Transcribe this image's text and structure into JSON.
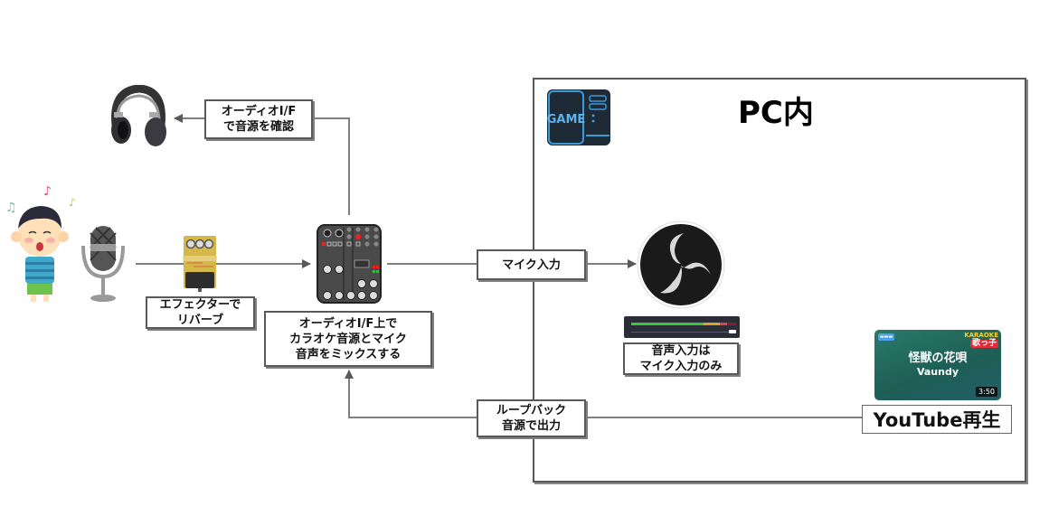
{
  "diagram": {
    "pc_title": "PC内",
    "labels": {
      "headphone_monitor": [
        "オーディオI/F",
        "で音源を確認"
      ],
      "effector": [
        "エフェクターで",
        "リバーブ"
      ],
      "mixer_mix": [
        "オーディオI/F上で",
        "カラオケ音源とマイク",
        "音声をミックスする"
      ],
      "mic_input": [
        "マイク入力"
      ],
      "obs_audio": [
        "音声入力は",
        "マイク入力のみ"
      ],
      "loopback": [
        "ループバック",
        "音源で出力"
      ],
      "youtube": "YouTube再生"
    },
    "youtube_thumbnail": {
      "song_title": "怪獣の花唄",
      "artist": "Vaundy",
      "duration": "3:50",
      "karaoke_badge_top": "KARAOKE",
      "karaoke_badge_bottom": "歌っ子"
    },
    "game_pc_icon_text": "GAME",
    "icons": [
      "singing-boy-icon",
      "microphone-icon",
      "headphones-icon",
      "effector-pedal-icon",
      "audio-mixer-icon",
      "game-pc-icon",
      "obs-logo-icon",
      "audio-meter-icon",
      "youtube-thumbnail"
    ],
    "colors": {
      "line": "#595959",
      "pc_border": "#595959",
      "thumb_bg": "#1d5f56"
    }
  }
}
